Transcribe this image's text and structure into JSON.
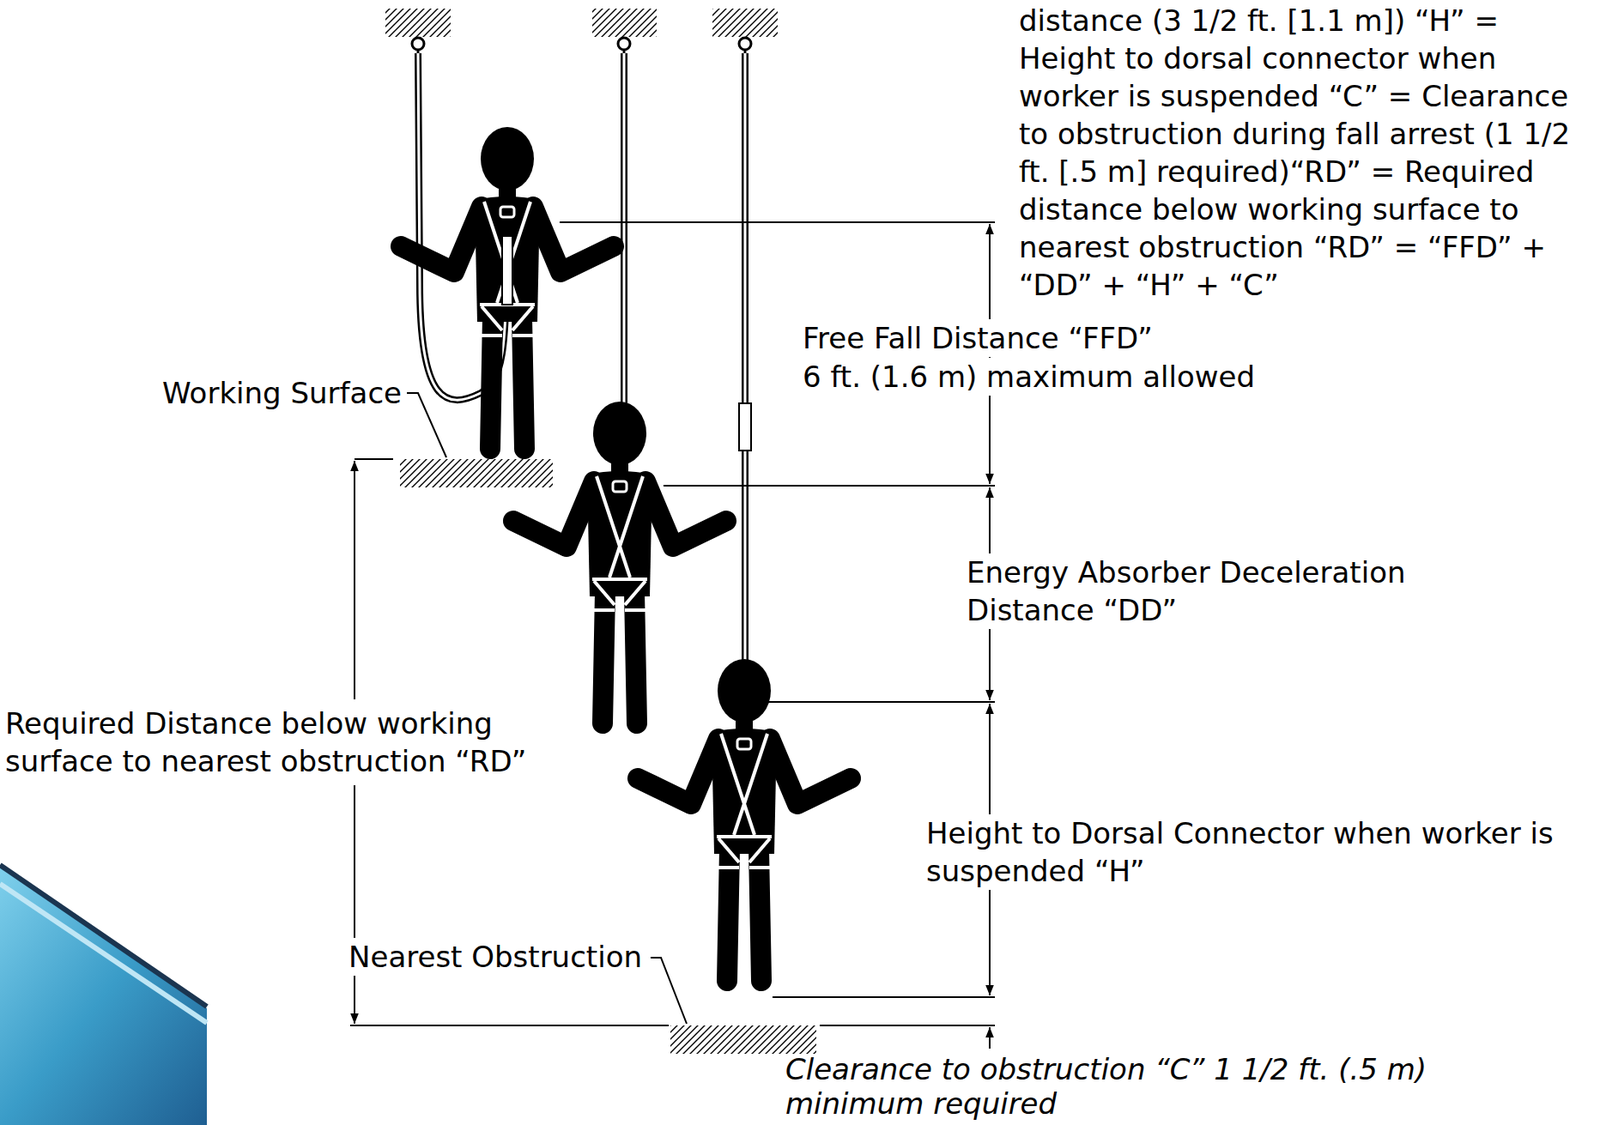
{
  "diagram": {
    "labels": [
      "distance (3 1/2 ft. [1.1 m]) “H” = Height to dorsal connector when worker is suspended “C” = Clearance to obstruction during fall arrest (1 1/2 ft. [.5 m] required)“RD” = Required distance below working surface to nearest obstruction “RD” = “FFD” + “DD” + “H” + “C”",
      "Free Fall Distance “FFD”",
      "6 ft. (1.6 m) maximum allowed",
      "Working Surface",
      "Energy Absorber Deceleration Distance “DD”",
      "Required Distance below working surface to nearest obstruction “RD”",
      "Height to Dorsal Connector when worker is suspended “H”",
      "Nearest Obstruction",
      "Clearance to obstruction “C” 1 1/2 ft. (.5 m) minimum required"
    ]
  }
}
